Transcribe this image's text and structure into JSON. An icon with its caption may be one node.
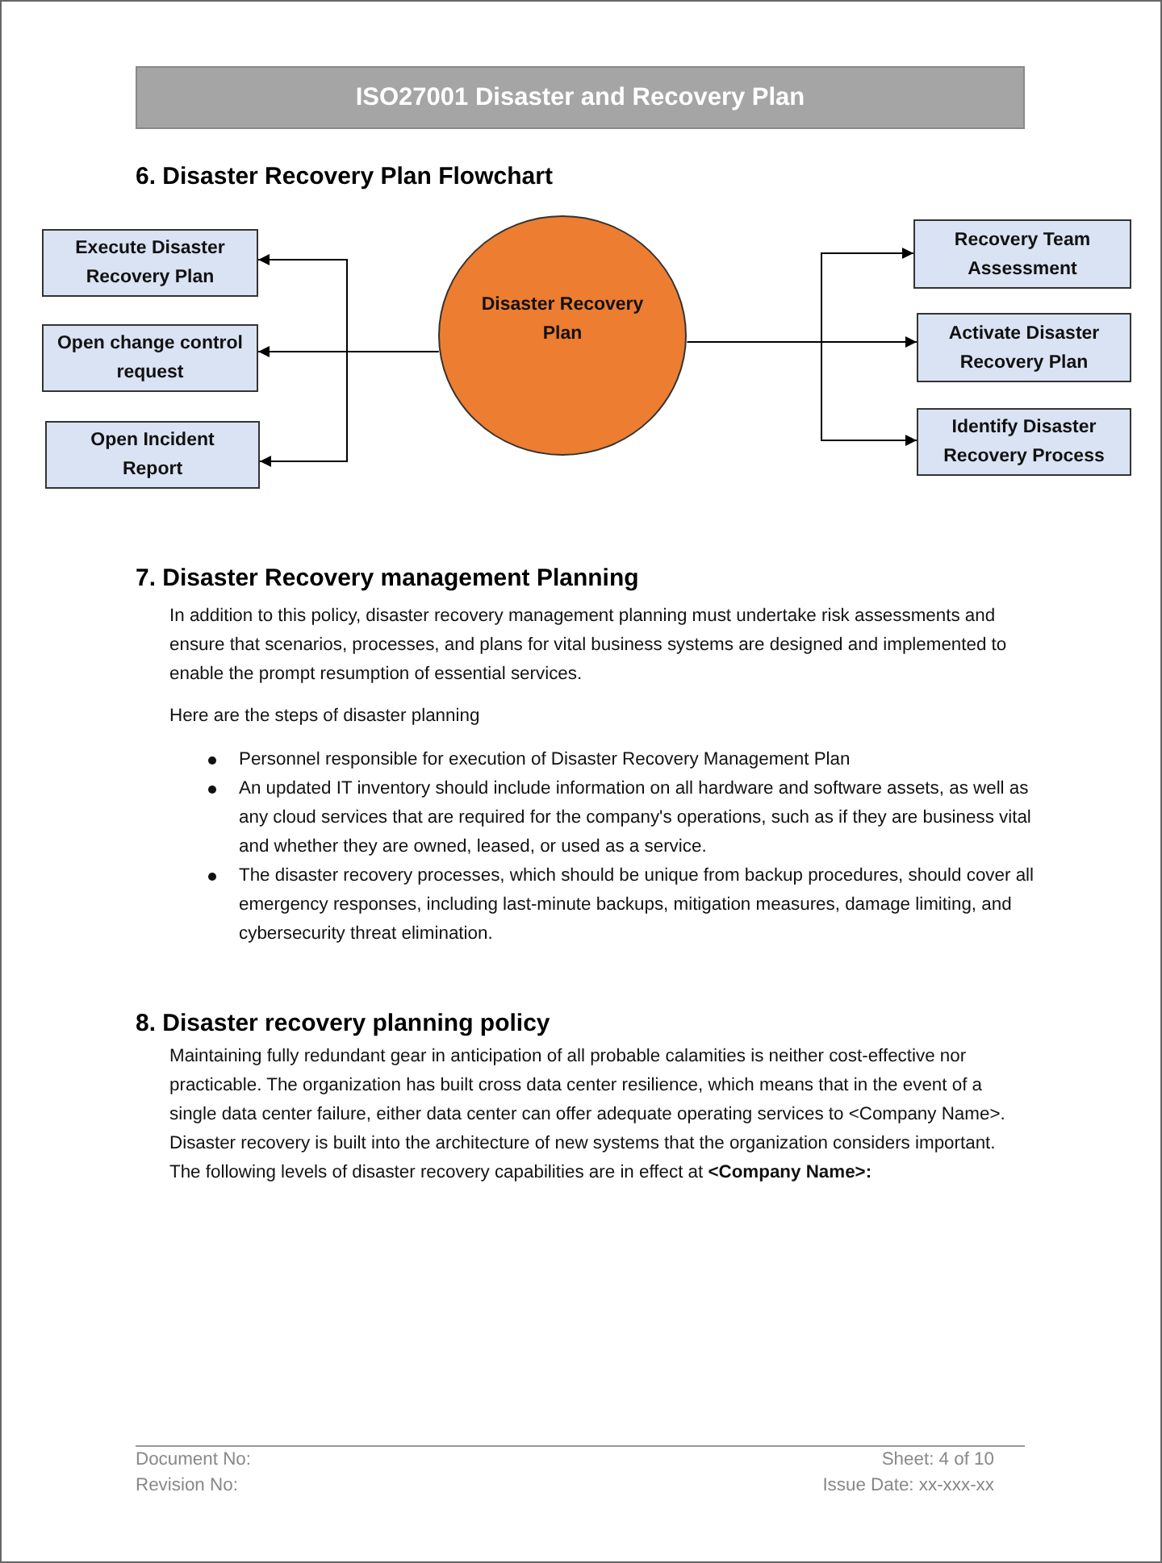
{
  "diagram": {
    "title": "ISO27001 Disaster and Recovery Plan",
    "nodes": [
      {
        "text": [
          "Execute Disaster Recovery Plan"
        ]
      },
      {
        "text": [
          "Open change control request"
        ]
      },
      {
        "text": [
          "Open Incident Report"
        ]
      },
      {
        "text": [
          "Disaster Recovery Plan"
        ]
      },
      {
        "text": [
          "Recovery Team Assessment"
        ]
      },
      {
        "text": [
          "Activate Disaster Recovery Plan"
        ]
      },
      {
        "text": [
          "Identify Disaster Recovery Process"
        ]
      }
    ],
    "edges": [
      {
        "from": 3,
        "to": 0,
        "arrow": "to"
      },
      {
        "from": 3,
        "to": 1,
        "arrow": "to"
      },
      {
        "from": 3,
        "to": 2,
        "arrow": "to"
      },
      {
        "from": 3,
        "to": 4,
        "arrow": "to"
      },
      {
        "from": 3,
        "to": 5,
        "arrow": "to"
      },
      {
        "from": 3,
        "to": 6,
        "arrow": "to"
      }
    ],
    "labels": [
      "6.  Disaster Recovery Plan Flowchart",
      "7.  Disaster Recovery management Planning",
      "In addition to this policy, disaster recovery management planning must undertake risk assessments and ensure that scenarios, processes, and plans for vital business systems are designed and implemented to enable the prompt resumption of essential services.",
      "Here are the steps of disaster planning",
      "Personnel responsible for execution of Disaster Recovery Management Plan",
      "An updated IT inventory should include information on all hardware and software assets, as well as any cloud services that are required for the company's operations, such as if they are business vital and whether they are owned, leased, or used as a service.",
      "The disaster recovery processes, which should be unique from backup procedures, should cover all emergency responses, including last-minute backups, mitigation measures, damage limiting, and cybersecurity threat elimination.",
      "8.  Disaster recovery planning policy",
      "Maintaining fully redundant gear in anticipation of all probable calamities is neither cost-effective nor practicable. The organization has built cross data center resilience, which means that in the event of a single data center failure, either data center can offer adequate operating services to <Company Name>. Disaster recovery is built into the architecture of new systems that the organization considers important. The following levels of disaster recovery capabilities are in effect at **<Company Name>:**",
      "Document No:",
      "Revision No:",
      "Sheet: 4 of 10",
      "Issue Date: xx-xxx-xx"
    ]
  }
}
